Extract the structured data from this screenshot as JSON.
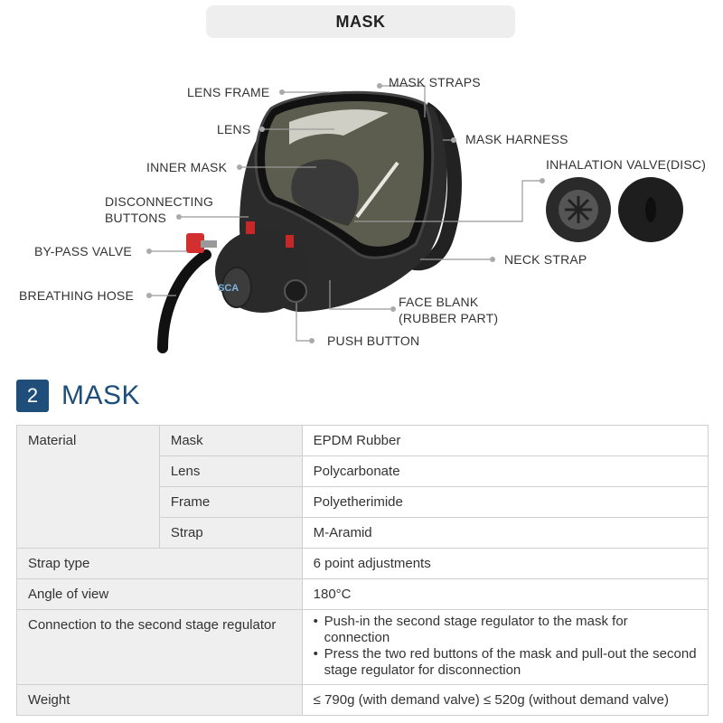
{
  "header": {
    "title": "MASK"
  },
  "diagram": {
    "labels": {
      "lens_frame": "LENS FRAME",
      "lens": "LENS",
      "inner_mask": "INNER MASK",
      "disconnecting_1": "DISCONNECTING",
      "disconnecting_2": "BUTTONS",
      "bypass_valve": "BY-PASS VALVE",
      "breathing_hose": "BREATHING HOSE",
      "mask_straps": "MASK STRAPS",
      "mask_harness": "MASK HARNESS",
      "inhalation_valve": "INHALATION VALVE(DISC)",
      "neck_strap": "NECK STRAP",
      "face_blank_1": "FACE BLANK",
      "face_blank_2": "(RUBBER PART)",
      "push_button": "PUSH BUTTON"
    },
    "logo_text": "SCA"
  },
  "section": {
    "number": "2",
    "title": "MASK"
  },
  "table": {
    "material": "Material",
    "rows_material": [
      {
        "part": "Mask",
        "value": "EPDM Rubber"
      },
      {
        "part": "Lens",
        "value": "Polycarbonate"
      },
      {
        "part": "Frame",
        "value": "Polyetherimide"
      },
      {
        "part": "Strap",
        "value": "M-Aramid"
      }
    ],
    "strap_type": {
      "label": "Strap type",
      "value": "6 point adjustments"
    },
    "angle_of_view": {
      "label": "Angle of view",
      "value": "180°C"
    },
    "connection": {
      "label": "Connection to the second stage regulator",
      "bullets": [
        "Push-in the second stage regulator to the mask for connection",
        "Press the two red buttons of the mask and pull-out the second stage regulator for disconnection"
      ]
    },
    "weight": {
      "label": "Weight",
      "value": "≤ 790g (with demand valve) ≤ 520g (without demand valve)"
    }
  },
  "colors": {
    "accent": "#1f4e7a",
    "header_bg": "#eeeeee",
    "table_label_bg": "#efefef"
  }
}
